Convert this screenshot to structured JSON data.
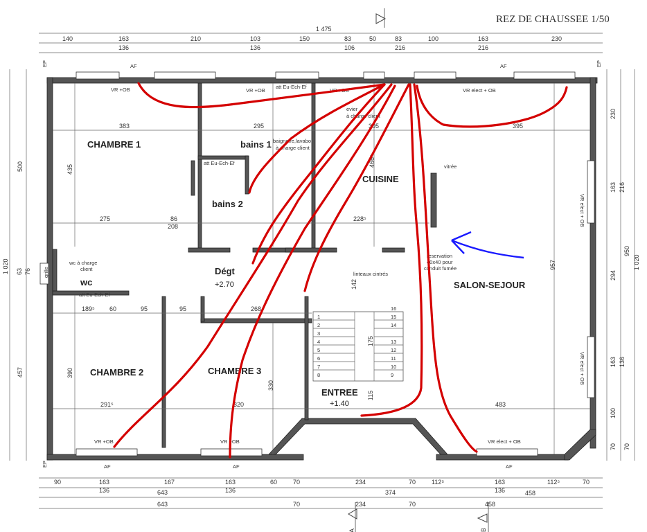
{
  "title": "REZ DE CHAUSSEE 1/50",
  "rooms": {
    "chambre1": "CHAMBRE 1",
    "bains1": "bains 1",
    "bains2": "bains 2",
    "cuisine": "CUISINE",
    "degt": "Dégt",
    "degt_level": "+2.70",
    "wc": "wc",
    "salon": "SALON-SEJOUR",
    "chambre2": "CHAMBRE 2",
    "chambre3": "CHAMBRE 3",
    "entree": "ENTREE",
    "entree_level": "+1.40"
  },
  "top_dims_row1": [
    "140",
    "163",
    "210",
    "103",
    "150",
    "83",
    "50",
    "83",
    "100",
    "163",
    "230"
  ],
  "top_dims_row2": [
    "136",
    "136",
    "106",
    "216",
    "216"
  ],
  "top_total": "1 475",
  "bottom_dims_row1": [
    "90",
    "163",
    "167",
    "163",
    "60",
    "70",
    "234",
    "70",
    "112⁵",
    "163",
    "112⁵",
    "70"
  ],
  "bottom_dims_row2": [
    "136",
    "136",
    "136",
    "458"
  ],
  "bottom_dims_row3": [
    "643",
    "374"
  ],
  "bottom_dims_row4": [
    "643",
    "70",
    "234",
    "70",
    "458"
  ],
  "left_dims": [
    "500",
    "1 020",
    "63",
    "76",
    "457"
  ],
  "right_dims": [
    "230",
    "163",
    "216",
    "950",
    "1 020",
    "294",
    "163",
    "136",
    "100",
    "70",
    "70"
  ],
  "notes": {
    "vr_ob": "VR +OB",
    "af": "AF",
    "att": "att Eu-Ech-Ef",
    "vr_elec_ob": "VR elect + OB",
    "baignoire": "baignoire,lavabo",
    "charge_client": "à charge client",
    "evier": "evier",
    "vitree": "vitrée",
    "reservation": "reservation",
    "reservation_size": "40x40 pour",
    "conduit": "conduit fumée",
    "linteaux": "linteaux cintrés",
    "wc_charge": "wc à charge",
    "client": "client",
    "grille": "grille",
    "ep": "EP",
    "section_a": "A",
    "section_b": "B"
  },
  "interior_dims": [
    "383",
    "295",
    "305",
    "395",
    "435",
    "466⁵",
    "275",
    "86",
    "208",
    "228⁵",
    "957",
    "189⁵",
    "60",
    "95",
    "95",
    "268",
    "390",
    "330",
    "291⁵",
    "320",
    "483",
    "142",
    "175",
    "115"
  ],
  "stair_steps": [
    "1",
    "2",
    "3",
    "4",
    "5",
    "6",
    "7",
    "8",
    "9",
    "10",
    "11",
    "12",
    "13",
    "14",
    "15",
    "16"
  ],
  "colors": {
    "wiring": "#d40000",
    "arrow": "#1a1aff",
    "walls": "#555555"
  }
}
